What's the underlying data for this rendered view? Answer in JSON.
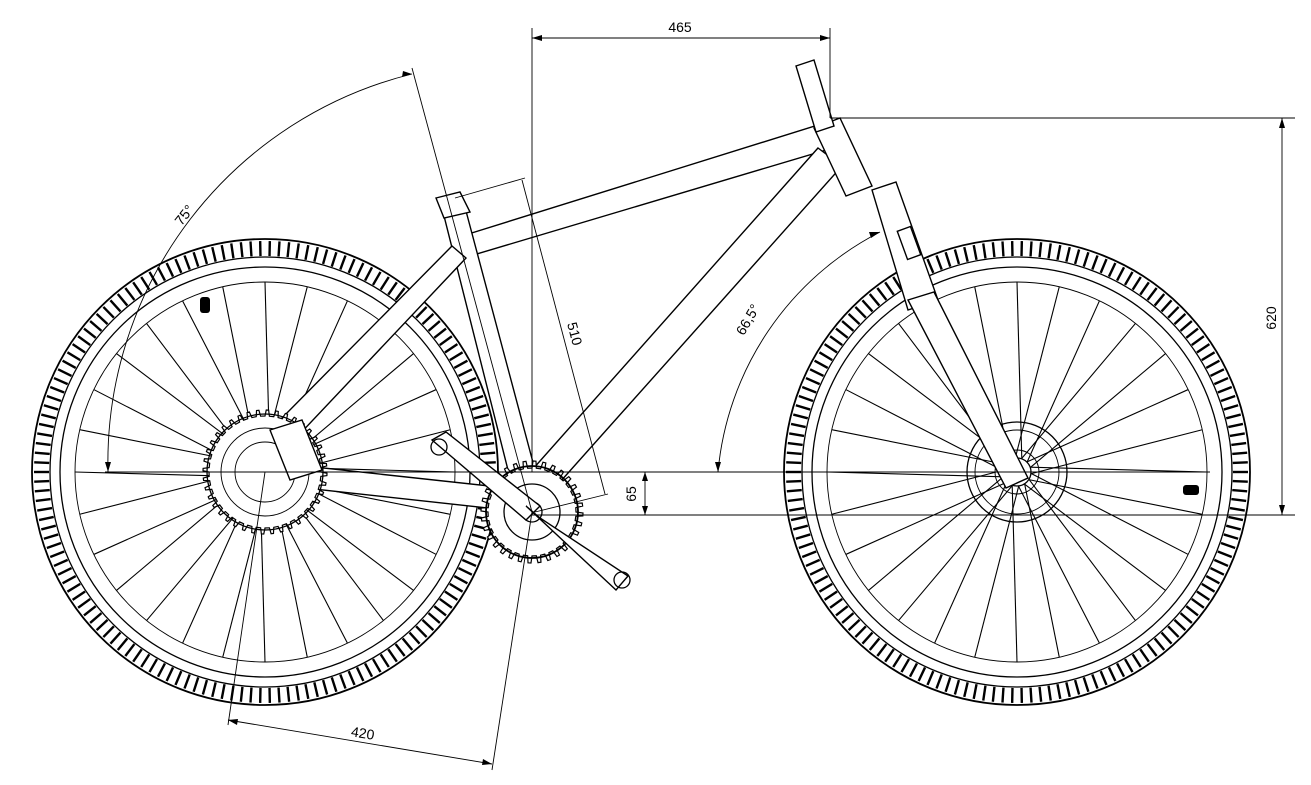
{
  "dimensions": {
    "reach": "465",
    "stack": "620",
    "seat_tube": "510",
    "bb_drop": "65",
    "chainstay": "420",
    "seat_angle": "75°",
    "head_angle": "66,5°"
  },
  "wheels": {
    "spoke_count": 28,
    "tread_knob_count": 150
  },
  "drivetrain": {
    "chainring_teeth": 32,
    "cassette_teeth": 40
  }
}
